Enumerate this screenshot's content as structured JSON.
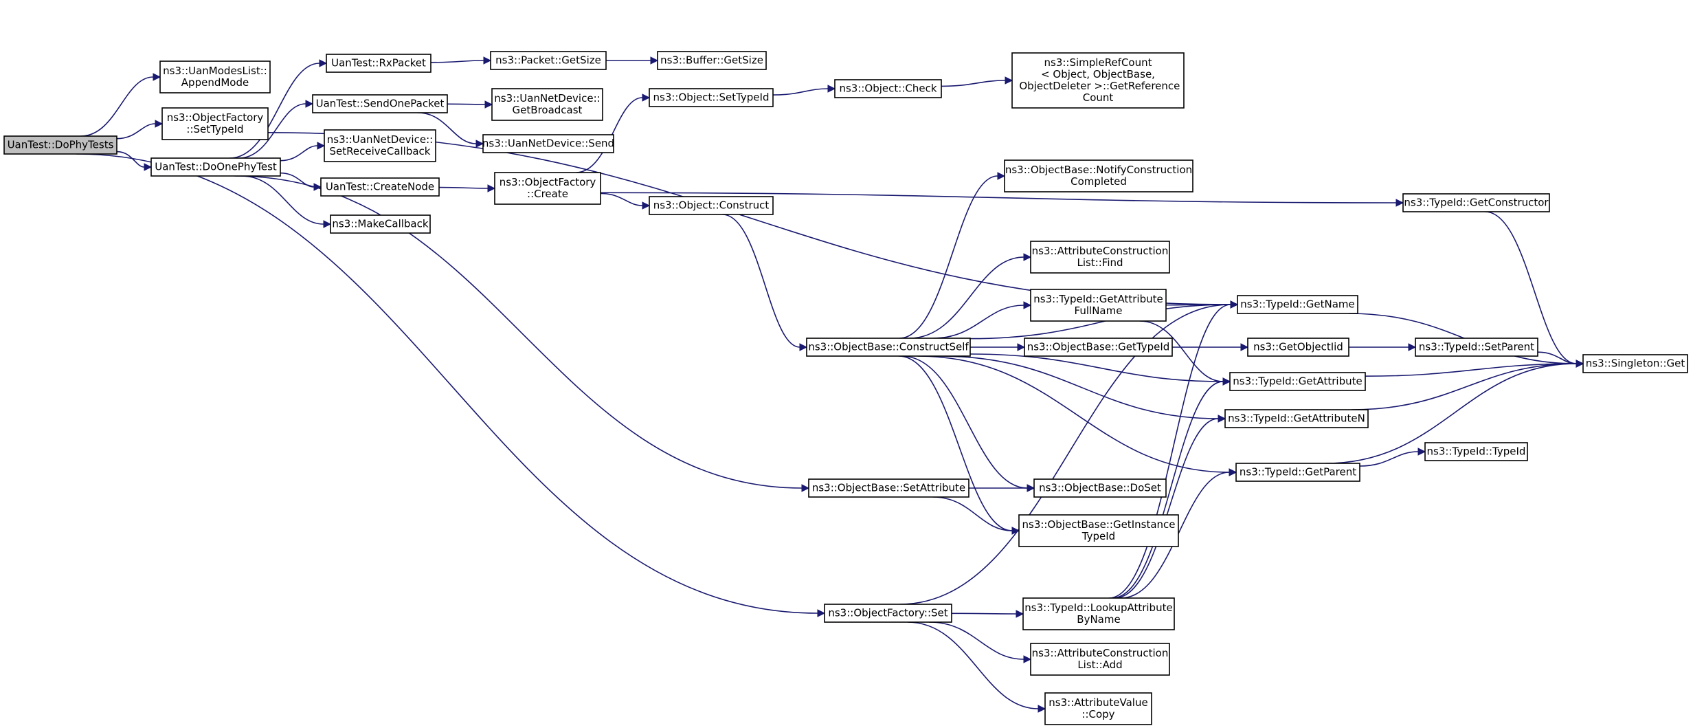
{
  "chart_data": {
    "type": "call-graph",
    "nodes": [
      {
        "id": "dophytests",
        "lines": [
          "UanTest::DoPhyTests"
        ],
        "root": true
      },
      {
        "id": "appendmode",
        "lines": [
          "ns3::UanModesList::",
          "AppendMode"
        ]
      },
      {
        "id": "of_settypeid",
        "lines": [
          "ns3::ObjectFactory",
          "::SetTypeId"
        ]
      },
      {
        "id": "doonephytest",
        "lines": [
          "UanTest::DoOnePhyTest"
        ]
      },
      {
        "id": "rxpacket",
        "lines": [
          "UanTest::RxPacket"
        ]
      },
      {
        "id": "sendonepacket",
        "lines": [
          "UanTest::SendOnePacket"
        ]
      },
      {
        "id": "setreceivecallback",
        "lines": [
          "ns3::UanNetDevice::",
          "SetReceiveCallback"
        ]
      },
      {
        "id": "createnode",
        "lines": [
          "UanTest::CreateNode"
        ]
      },
      {
        "id": "makecallback",
        "lines": [
          "ns3::MakeCallback"
        ]
      },
      {
        "id": "packet_getsize",
        "lines": [
          "ns3::Packet::GetSize"
        ]
      },
      {
        "id": "buffer_getsize",
        "lines": [
          "ns3::Buffer::GetSize"
        ]
      },
      {
        "id": "getbroadcast",
        "lines": [
          "ns3::UanNetDevice::",
          "GetBroadcast"
        ]
      },
      {
        "id": "netdevice_send",
        "lines": [
          "ns3::UanNetDevice::Send"
        ]
      },
      {
        "id": "of_create",
        "lines": [
          "ns3::ObjectFactory",
          "::Create"
        ]
      },
      {
        "id": "object_settypeid",
        "lines": [
          "ns3::Object::SetTypeId"
        ]
      },
      {
        "id": "object_check",
        "lines": [
          "ns3::Object::Check"
        ]
      },
      {
        "id": "simplerefcount",
        "lines": [
          "ns3::SimpleRefCount",
          "< Object, ObjectBase,",
          " ObjectDeleter >::GetReference",
          "Count"
        ]
      },
      {
        "id": "object_construct",
        "lines": [
          "ns3::Object::Construct"
        ]
      },
      {
        "id": "constructself",
        "lines": [
          "ns3::ObjectBase::ConstructSelf"
        ]
      },
      {
        "id": "notifyconstruction",
        "lines": [
          "ns3::ObjectBase::NotifyConstruction",
          "Completed"
        ]
      },
      {
        "id": "acl_find",
        "lines": [
          "ns3::AttributeConstruction",
          "List::Find"
        ]
      },
      {
        "id": "getattributefullname",
        "lines": [
          "ns3::TypeId::GetAttribute",
          "FullName"
        ]
      },
      {
        "id": "ob_gettypeid",
        "lines": [
          "ns3::ObjectBase::GetTypeId"
        ]
      },
      {
        "id": "setattribute",
        "lines": [
          "ns3::ObjectBase::SetAttribute"
        ]
      },
      {
        "id": "doset",
        "lines": [
          "ns3::ObjectBase::DoSet"
        ]
      },
      {
        "id": "getinstancetypeid",
        "lines": [
          "ns3::ObjectBase::GetInstance",
          "TypeId"
        ]
      },
      {
        "id": "of_set",
        "lines": [
          "ns3::ObjectFactory::Set"
        ]
      },
      {
        "id": "lookupattributebyname",
        "lines": [
          "ns3::TypeId::LookupAttribute",
          "ByName"
        ]
      },
      {
        "id": "acl_add",
        "lines": [
          "ns3::AttributeConstruction",
          "List::Add"
        ]
      },
      {
        "id": "attributevalue_copy",
        "lines": [
          "ns3::AttributeValue",
          "::Copy"
        ]
      },
      {
        "id": "getconstructor",
        "lines": [
          "ns3::TypeId::GetConstructor"
        ]
      },
      {
        "id": "getname",
        "lines": [
          "ns3::TypeId::GetName"
        ]
      },
      {
        "id": "getobjectiid",
        "lines": [
          "ns3::GetObjectIid"
        ]
      },
      {
        "id": "getattribute",
        "lines": [
          "ns3::TypeId::GetAttribute"
        ]
      },
      {
        "id": "getattributen",
        "lines": [
          "ns3::TypeId::GetAttributeN"
        ]
      },
      {
        "id": "getparent",
        "lines": [
          "ns3::TypeId::GetParent"
        ]
      },
      {
        "id": "setparent",
        "lines": [
          "ns3::TypeId::SetParent"
        ]
      },
      {
        "id": "typeid_ctor",
        "lines": [
          "ns3::TypeId::TypeId"
        ]
      },
      {
        "id": "singleton_get",
        "lines": [
          "ns3::Singleton::Get"
        ]
      }
    ],
    "edges": [
      [
        "dophytests",
        "appendmode"
      ],
      [
        "dophytests",
        "of_settypeid"
      ],
      [
        "dophytests",
        "doonephytest"
      ],
      [
        "dophytests",
        "of_set"
      ],
      [
        "of_settypeid",
        "getname"
      ],
      [
        "doonephytest",
        "rxpacket"
      ],
      [
        "doonephytest",
        "sendonepacket"
      ],
      [
        "doonephytest",
        "setreceivecallback"
      ],
      [
        "doonephytest",
        "createnode"
      ],
      [
        "doonephytest",
        "makecallback"
      ],
      [
        "doonephytest",
        "setattribute"
      ],
      [
        "rxpacket",
        "packet_getsize"
      ],
      [
        "packet_getsize",
        "buffer_getsize"
      ],
      [
        "sendonepacket",
        "getbroadcast"
      ],
      [
        "sendonepacket",
        "netdevice_send"
      ],
      [
        "createnode",
        "of_create"
      ],
      [
        "of_create",
        "object_settypeid"
      ],
      [
        "of_create",
        "object_construct"
      ],
      [
        "of_create",
        "getconstructor"
      ],
      [
        "object_settypeid",
        "object_check"
      ],
      [
        "object_check",
        "simplerefcount"
      ],
      [
        "object_construct",
        "constructself"
      ],
      [
        "constructself",
        "notifyconstruction"
      ],
      [
        "constructself",
        "getname"
      ],
      [
        "constructself",
        "acl_find"
      ],
      [
        "constructself",
        "getattributefullname"
      ],
      [
        "constructself",
        "ob_gettypeid"
      ],
      [
        "constructself",
        "getattribute"
      ],
      [
        "constructself",
        "getattributen"
      ],
      [
        "constructself",
        "getparent"
      ],
      [
        "constructself",
        "doset"
      ],
      [
        "constructself",
        "getinstancetypeid"
      ],
      [
        "getattributefullname",
        "getname"
      ],
      [
        "getattributefullname",
        "getattribute"
      ],
      [
        "ob_gettypeid",
        "getobjectiid"
      ],
      [
        "getobjectiid",
        "setparent"
      ],
      [
        "setparent",
        "singleton_get"
      ],
      [
        "getname",
        "singleton_get"
      ],
      [
        "getattribute",
        "singleton_get"
      ],
      [
        "getattributen",
        "singleton_get"
      ],
      [
        "getparent",
        "typeid_ctor"
      ],
      [
        "getparent",
        "singleton_get"
      ],
      [
        "getconstructor",
        "singleton_get"
      ],
      [
        "setattribute",
        "doset"
      ],
      [
        "setattribute",
        "getinstancetypeid"
      ],
      [
        "of_set",
        "getname"
      ],
      [
        "of_set",
        "lookupattributebyname"
      ],
      [
        "of_set",
        "acl_add"
      ],
      [
        "of_set",
        "attributevalue_copy"
      ],
      [
        "lookupattributebyname",
        "getname"
      ],
      [
        "lookupattributebyname",
        "getattribute"
      ],
      [
        "lookupattributebyname",
        "getattributen"
      ],
      [
        "lookupattributebyname",
        "getparent"
      ]
    ]
  },
  "colors": {
    "edge": "#191970",
    "root_fill": "#bfbfbf",
    "node_fill": "#ffffff",
    "node_stroke": "#000000"
  }
}
